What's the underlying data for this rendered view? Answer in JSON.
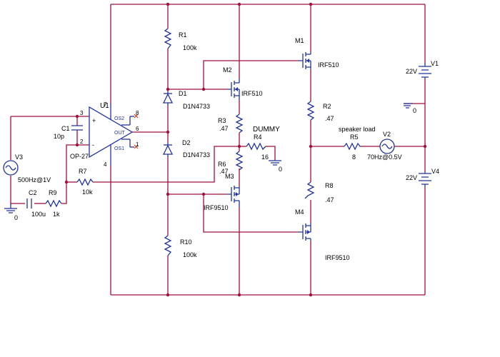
{
  "components": {
    "U1": {
      "ref": "U1",
      "part": "OP-27",
      "pin_plus": "3",
      "pin_minus": "2",
      "pin_vp": "7",
      "pin_vm": "4",
      "pin_out": "6",
      "pin_os2": "8",
      "pin_os1": "1",
      "lbl_plus": "+",
      "lbl_minus": "-",
      "lbl_os2": "OS2",
      "lbl_out": "OUT",
      "lbl_os1": "OS1"
    },
    "R1": {
      "ref": "R1",
      "value": "100k"
    },
    "R2": {
      "ref": "R2",
      "value": ".47"
    },
    "R3": {
      "ref": "R3",
      "value": ".47"
    },
    "R4": {
      "ref": "R4",
      "value": "16",
      "note": "DUMMY"
    },
    "R5": {
      "ref": "R5",
      "value": "8",
      "note": "speaker load"
    },
    "R6": {
      "ref": "R6",
      "value": ".47"
    },
    "R7": {
      "ref": "R7",
      "value": "10k"
    },
    "R8": {
      "ref": "R8",
      "value": ".47"
    },
    "R9": {
      "ref": "R9",
      "value": "1k"
    },
    "R10": {
      "ref": "R10",
      "value": "100k"
    },
    "C1": {
      "ref": "C1",
      "value": "10p"
    },
    "C2": {
      "ref": "C2",
      "value": "100u"
    },
    "D1": {
      "ref": "D1",
      "part": "D1N4733"
    },
    "D2": {
      "ref": "D2",
      "part": "D1N4733"
    },
    "M1": {
      "ref": "M1",
      "part": "IRF510"
    },
    "M2": {
      "ref": "M2",
      "part": "IRF510"
    },
    "M3": {
      "ref": "M3",
      "part": "IRF9510"
    },
    "M4": {
      "ref": "M4",
      "part": "IRF9510"
    },
    "V1": {
      "ref": "V1",
      "value": "22V"
    },
    "V2": {
      "ref": "V2",
      "value": "70Hz@0.5V"
    },
    "V3": {
      "ref": "V3",
      "value": "500Hz@1V"
    },
    "V4": {
      "ref": "V4",
      "value": "22V"
    }
  },
  "grounds": {
    "gnd_input": "0",
    "gnd_v1": "0",
    "gnd_r4": "0"
  },
  "colors": {
    "wire": "#a0103a",
    "component": "#223399",
    "nc_marker": "#d04020",
    "background": "#ffffff"
  }
}
